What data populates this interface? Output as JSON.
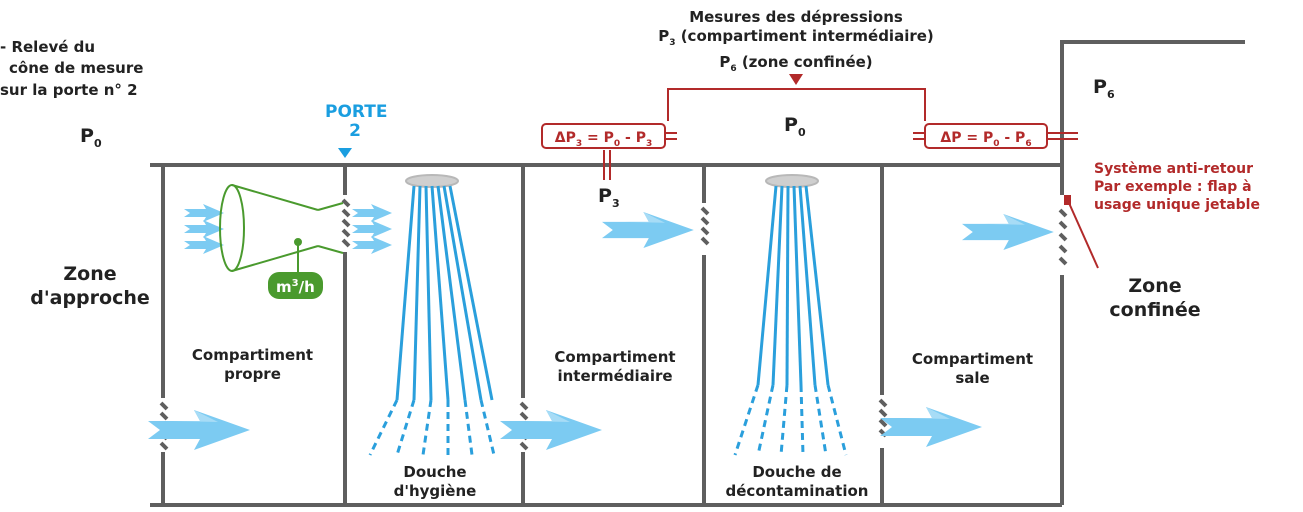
{
  "top_left_note": [
    "- Relevé du",
    "cône de mesure",
    "sur la porte n° 2"
  ],
  "measures_title": {
    "line1": "Mesures des dépressions",
    "line2_p": "P",
    "line2_sub": "3",
    "line2_rest": " (compartiment intermédiaire)",
    "line3_p": "P",
    "line3_sub": "6",
    "line3_rest": " (zone confinée)"
  },
  "pressures": {
    "p0": "P",
    "p0_sub": "0",
    "p3": "P",
    "p3_sub": "3",
    "p6": "P",
    "p6_sub": "6"
  },
  "door": {
    "label": "PORTE",
    "number": "2"
  },
  "delta_left": {
    "a": "ΔP",
    "a_sub": "3",
    "b": " = P",
    "b_sub": "0",
    "c": " - P",
    "c_sub": "3"
  },
  "delta_right": {
    "a": "ΔP = P",
    "a_sub": "0",
    "b": " - P",
    "b_sub": "6"
  },
  "anti_return": [
    "Système anti-retour",
    "Par exemple : flap à",
    "usage unique jetable"
  ],
  "zones": {
    "approach": [
      "Zone",
      "d'approche"
    ],
    "confined": [
      "Zone",
      "confinée"
    ]
  },
  "compartments": {
    "clean": [
      "Compartiment",
      "propre"
    ],
    "intermediate": [
      "Compartiment",
      "intermédiaire"
    ],
    "dirty": [
      "Compartiment",
      "sale"
    ]
  },
  "showers": {
    "hygiene": [
      "Douche",
      "d'hygiène"
    ],
    "decontamination": [
      "Douche de",
      "décontamination"
    ]
  },
  "flow_meter": {
    "unit": "m",
    "unit_sup": "3",
    "unit_rest": "/h"
  },
  "colors": {
    "wall": "#5f5f5f",
    "air": "#7ccbf2",
    "water": "#2a9fdc",
    "measure": "#b22a2a",
    "cone": "#4a9a2e",
    "door": "#1a9ee0"
  }
}
